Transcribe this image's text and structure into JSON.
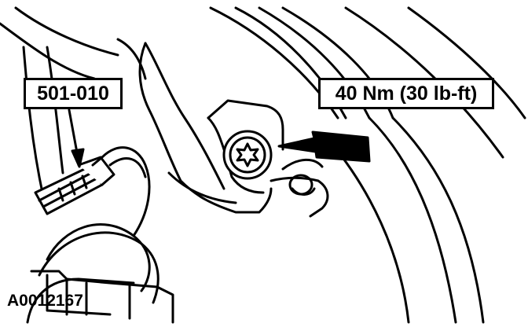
{
  "callouts": {
    "tool_number": "501-010",
    "torque_spec": "40 Nm (30 lb-ft)"
  },
  "figure_id": "A0012167",
  "colors": {
    "line": "#000000",
    "background": "#ffffff"
  }
}
